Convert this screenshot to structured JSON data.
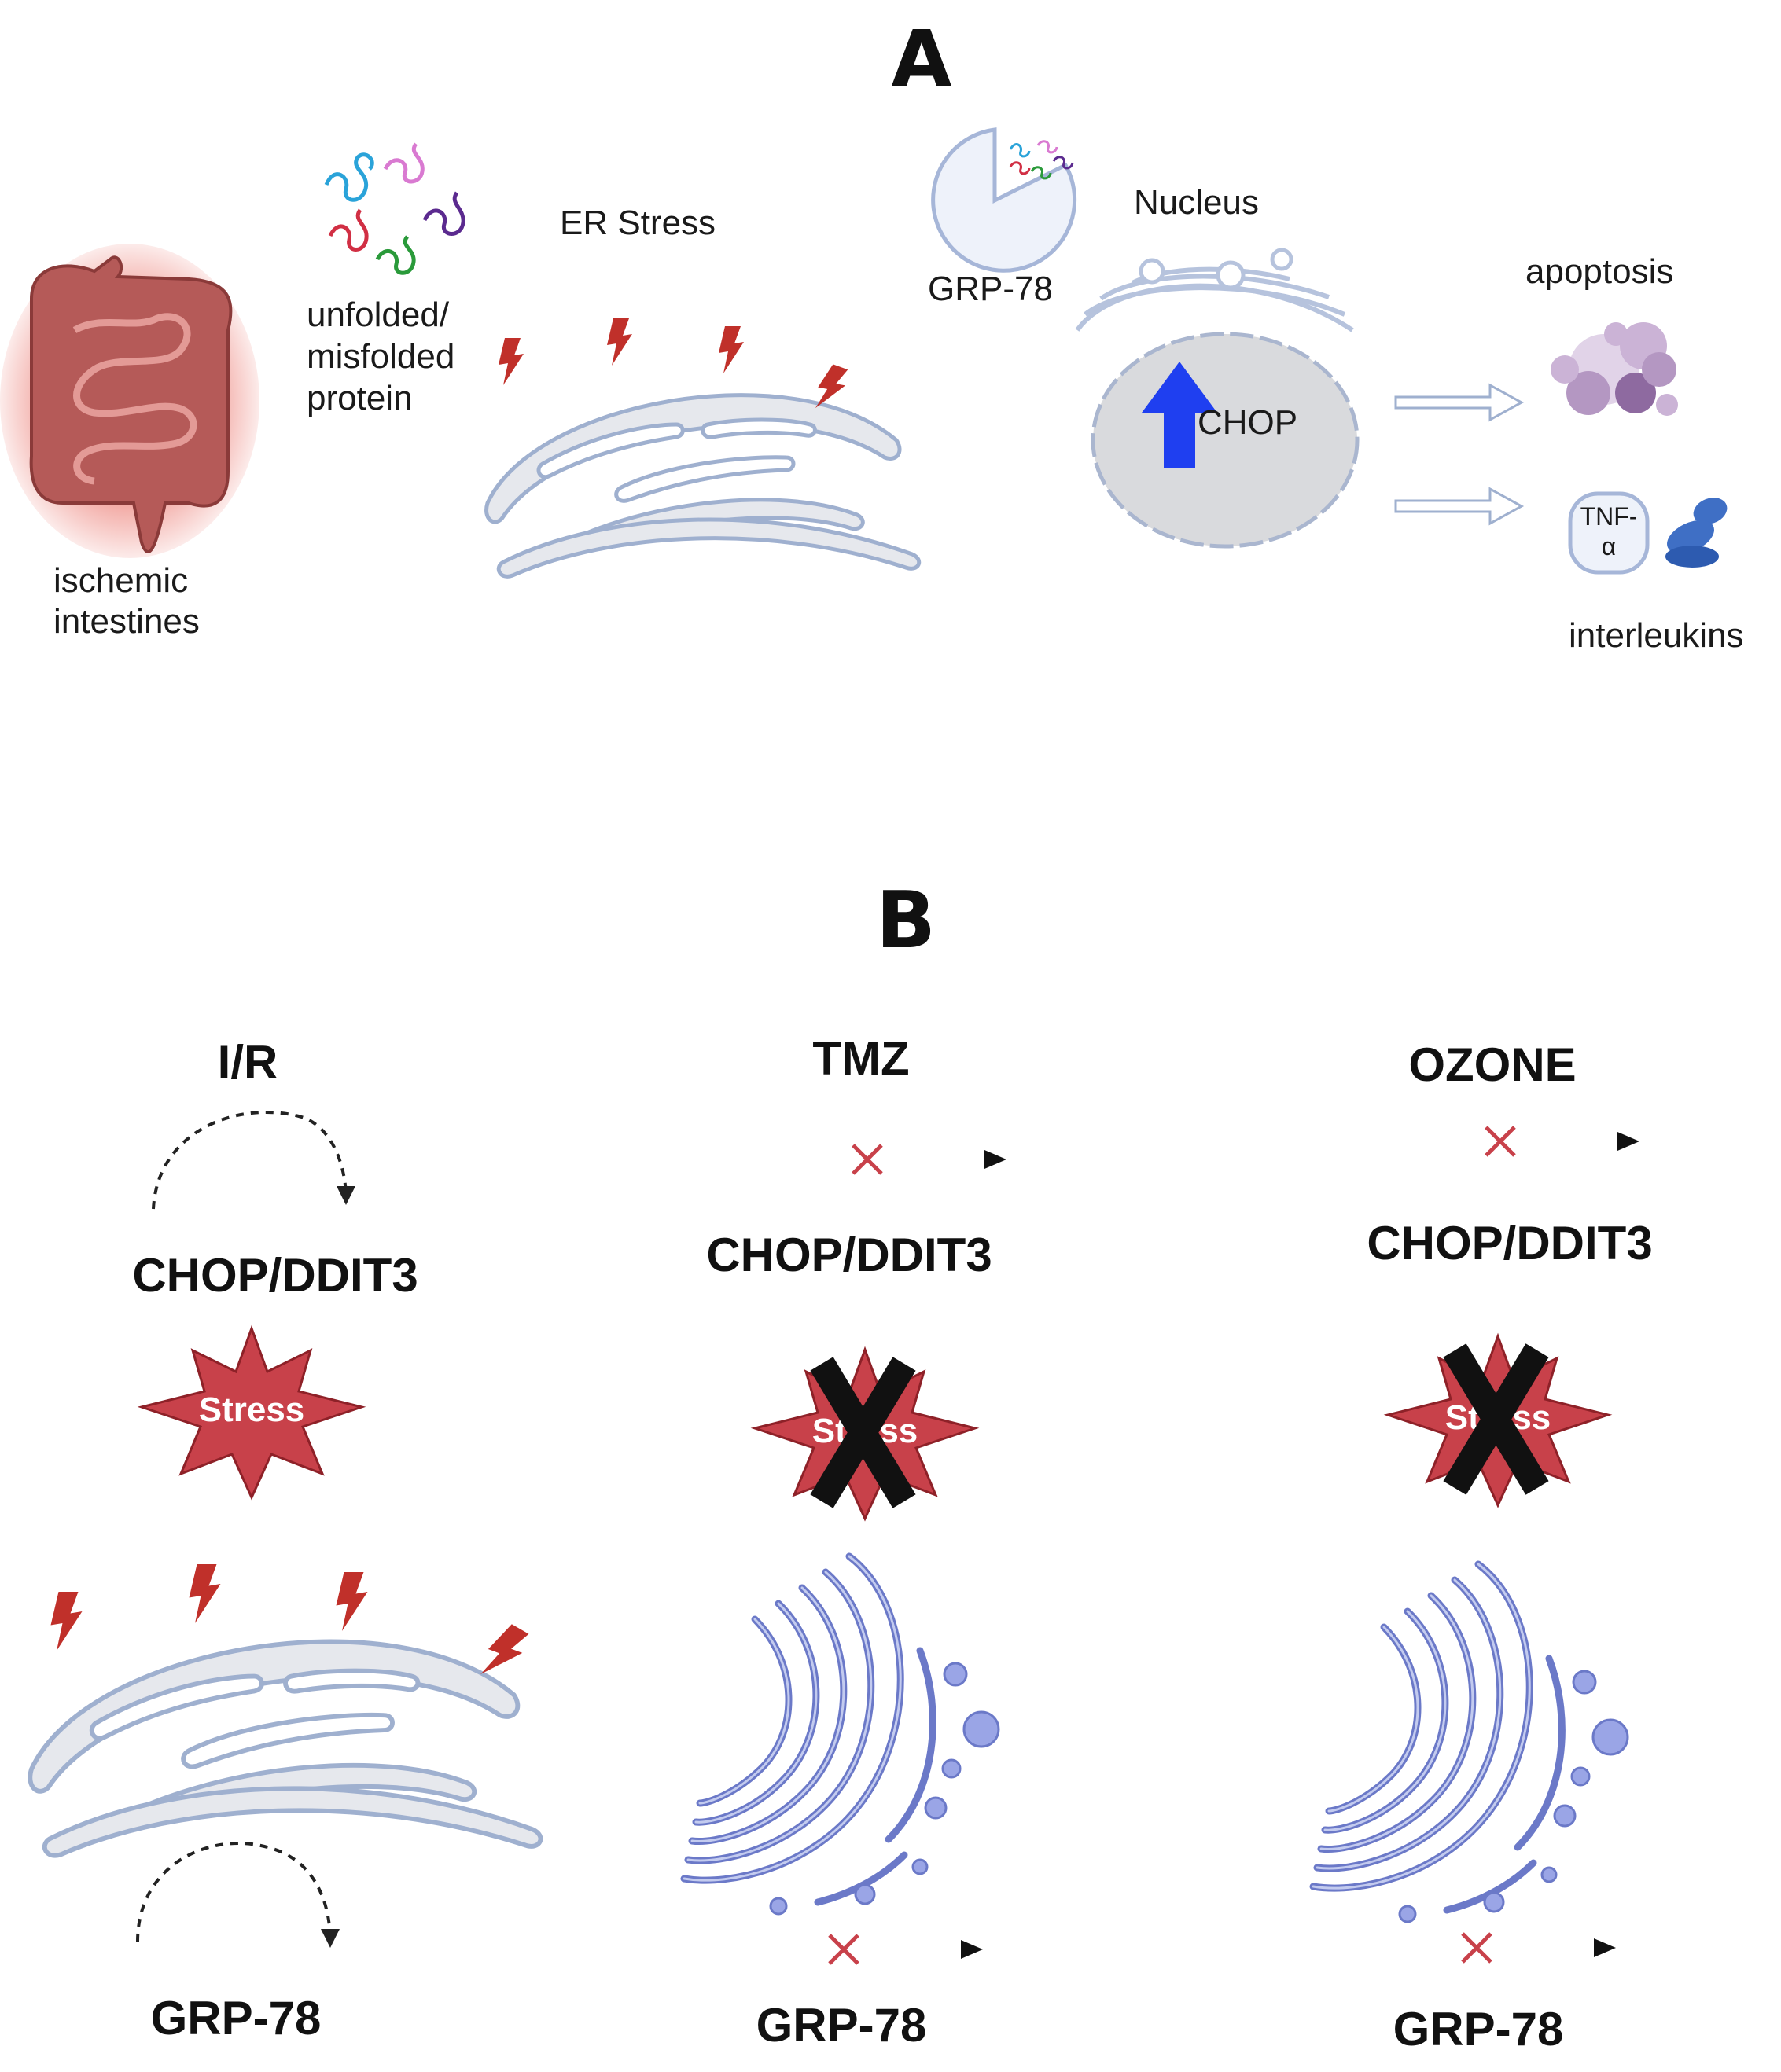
{
  "panel_a": {
    "label": "A",
    "ischemic_intestines": [
      "ischemic",
      "intestines"
    ],
    "unfolded_protein": [
      "unfolded/",
      "misfolded",
      "protein"
    ],
    "er_stress": "ER Stress",
    "grp78": "GRP-78",
    "nucleus": "Nucleus",
    "chop": "CHOP",
    "apoptosis": "apoptosis",
    "tnf": [
      "TNF-",
      "α"
    ],
    "interleukins": "interleukins"
  },
  "panel_b": {
    "label": "B",
    "stress_label": "Stress",
    "columns": [
      {
        "title": "I/R",
        "gene": "CHOP/DDIT3",
        "target": "GRP-78",
        "inhibited": false
      },
      {
        "title": "TMZ",
        "gene": "CHOP/DDIT3",
        "target": "GRP-78",
        "inhibited": true
      },
      {
        "title": "OZONE",
        "gene": "CHOP/DDIT3",
        "target": "GRP-78",
        "inhibited": true
      }
    ]
  },
  "colors": {
    "bolt": "#c0302a",
    "stress": "#c8414a",
    "chop_arrow": "#1f3ff0",
    "rer": "#6b79c8",
    "er": "#9fb0cf"
  }
}
